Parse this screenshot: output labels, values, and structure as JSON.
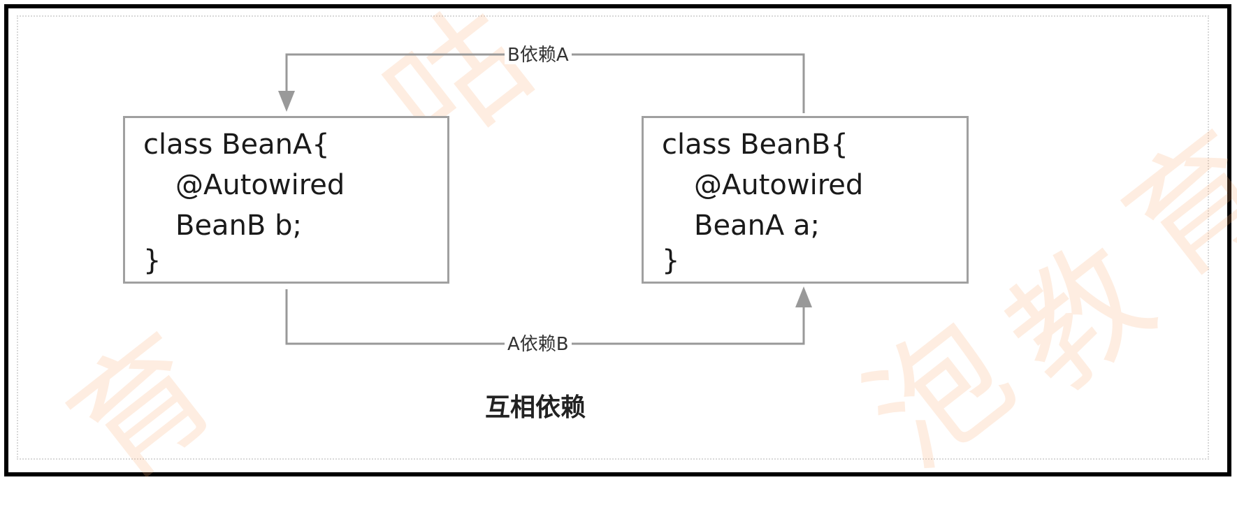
{
  "bean_a": {
    "lines": [
      "class BeanA{",
      "@Autowired",
      "BeanB b;",
      "}"
    ]
  },
  "bean_b": {
    "lines": [
      "class BeanB{",
      "@Autowired",
      "BeanA a;",
      "}"
    ]
  },
  "edges": {
    "b_depends_a": "B依赖A",
    "a_depends_b": "A依赖B"
  },
  "caption": "互相依赖",
  "watermark": {
    "chars": [
      "育",
      "咕",
      "泡",
      "教",
      "育"
    ]
  },
  "colors": {
    "box_border": "#a0a0a0",
    "arrow": "#999999",
    "outer_border": "#000000",
    "watermark": "#faaf78"
  }
}
